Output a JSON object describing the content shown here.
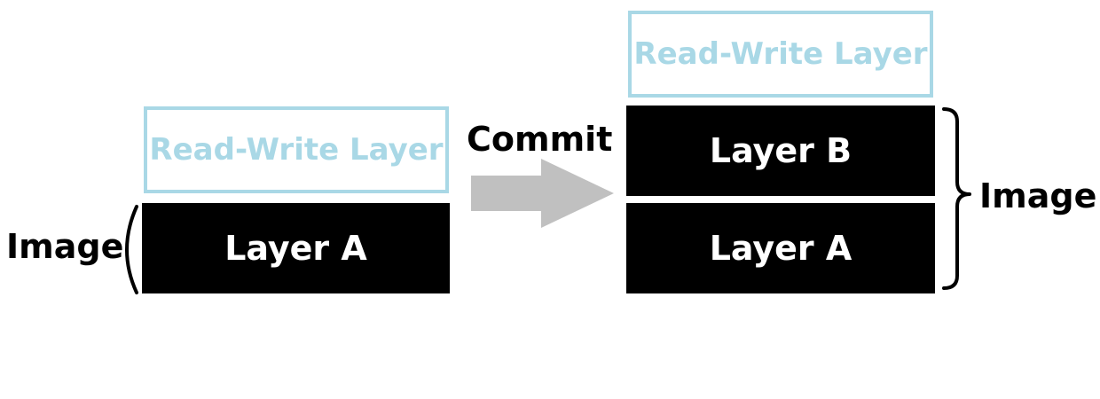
{
  "before": {
    "read_write_label": "Read-Write Layer",
    "layer_a_label": "Layer A",
    "image_label": "Image"
  },
  "transition": {
    "commit_label": "Commit"
  },
  "after": {
    "read_write_label": "Read-Write Layer",
    "layer_b_label": "Layer B",
    "layer_a_label": "Layer A",
    "image_label": "Image"
  },
  "colors": {
    "read_write_accent": "#a9d8e6",
    "layer_fill": "#000000",
    "arrow_fill": "#c0c0c0"
  }
}
